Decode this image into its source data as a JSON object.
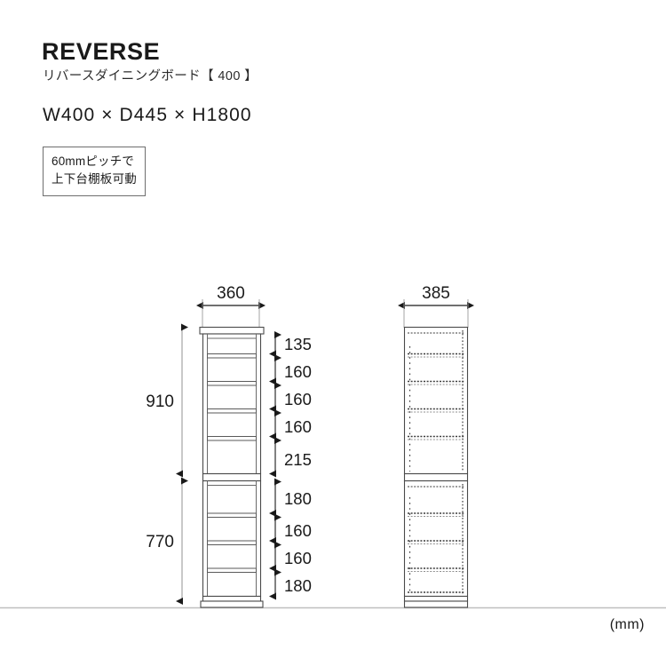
{
  "header": {
    "title": "REVERSE",
    "subtitle": "リバースダイニングボード【 400 】",
    "size_line": "W400 × D445 × H1800"
  },
  "feature_badge": {
    "line1": "60mmピッチで",
    "line2": "上下台棚板可動"
  },
  "unit_note": "(mm)",
  "front_view": {
    "width_label": "360",
    "upper_section_label": "910",
    "lower_section_label": "770",
    "upper_shelf_gaps": [
      "135",
      "160",
      "160",
      "160",
      "215"
    ],
    "lower_shelf_gaps": [
      "180",
      "160",
      "160",
      "180"
    ]
  },
  "side_view": {
    "depth_label": "385"
  },
  "colors": {
    "line": "#3a3a3a",
    "panel_fill": "#ffffff",
    "panel_edge": "#5a5a5a",
    "dim_line": "#9a9a9a",
    "text": "#1a1a1a",
    "ground_line": "#bfbfbf",
    "dotted": "#4a4a4a"
  }
}
